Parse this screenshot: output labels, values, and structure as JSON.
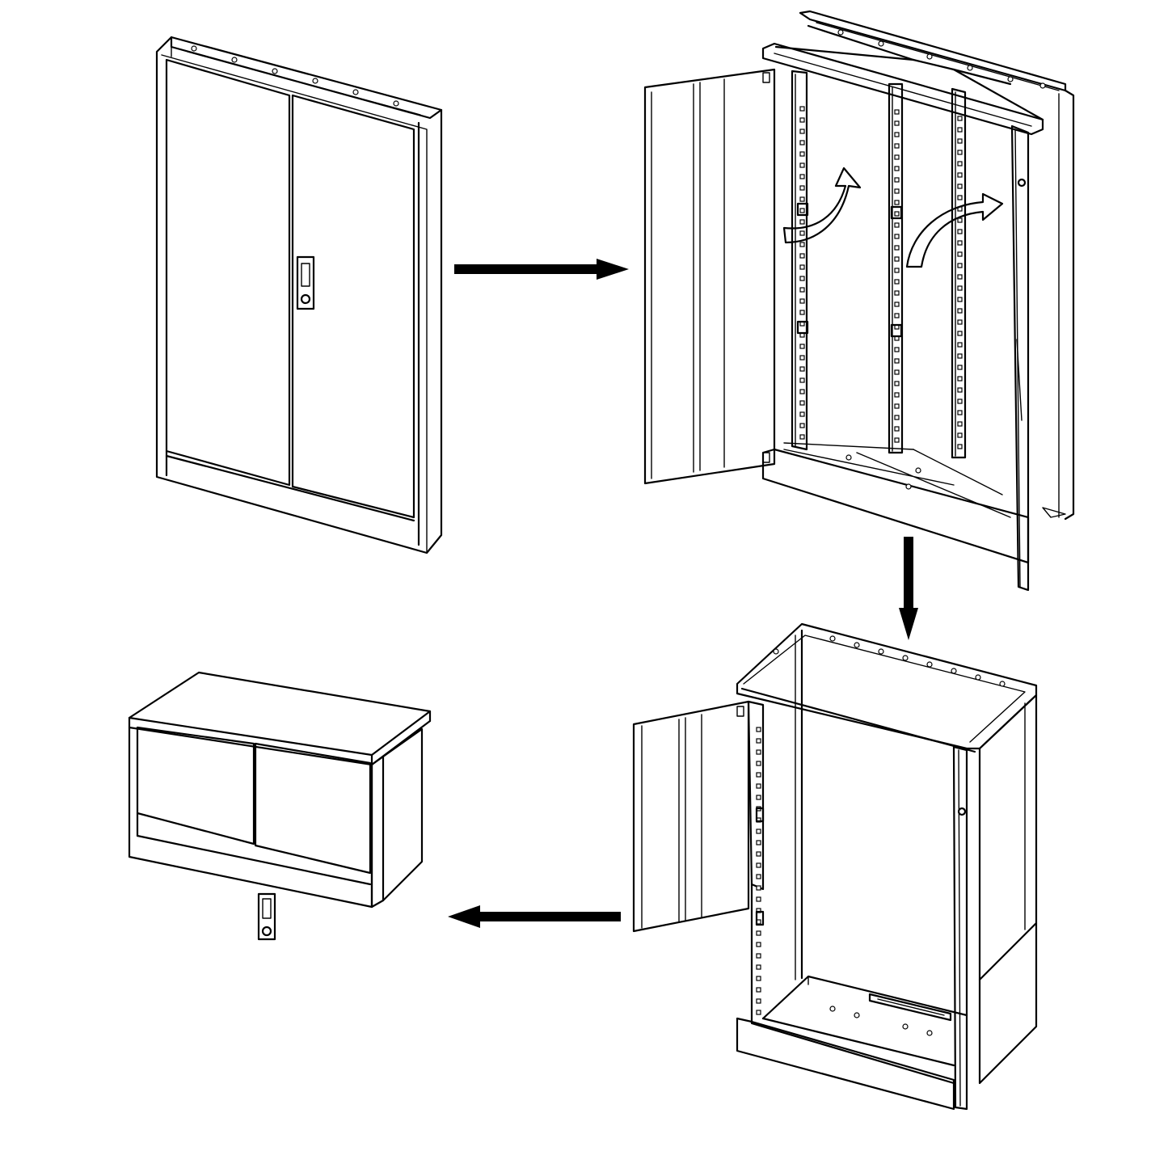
{
  "colors": {
    "line": "#000000",
    "background": "#ffffff"
  },
  "steps": [
    {
      "id": 1,
      "state": "folded-flat"
    },
    {
      "id": 2,
      "state": "unfolding-sides"
    },
    {
      "id": 3,
      "state": "frame-open"
    },
    {
      "id": 4,
      "state": "assembled"
    }
  ],
  "arrows": [
    {
      "from": 1,
      "to": 2,
      "direction": "right"
    },
    {
      "from": 2,
      "to": 3,
      "direction": "down"
    },
    {
      "from": 3,
      "to": 4,
      "direction": "left"
    }
  ]
}
